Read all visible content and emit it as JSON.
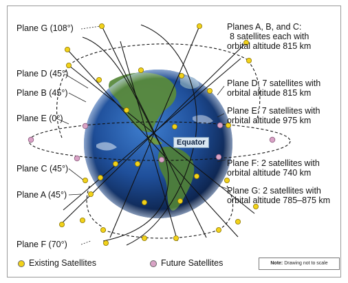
{
  "labels": {
    "plane_g": "Plane G (108°)",
    "plane_d": "Plane D (45°)",
    "plane_b": "Plane B (45°)",
    "plane_e": "Plane E (0°)",
    "plane_c": "Plane C (45°)",
    "plane_a": "Plane A (45°)",
    "plane_f": "Plane F (70°)"
  },
  "descriptions": {
    "abc_1": "Planes A, B, and C:",
    "abc_2": "8 satellites each with",
    "abc_3": "orbital altitude 815 km",
    "d_1": "Plane D: 7 satellites with",
    "d_2": "orbital altitude 815 km",
    "e_1": "Plane E: 7 satellites with",
    "e_2": "orbital altitude 975 km",
    "f_1": "Plane F: 2 satellites with",
    "f_2": "orbital altitude 740 km",
    "g_1": "Plane G: 2 satellites with",
    "g_2": "orbital altitude 785–875 km"
  },
  "equator_label": "Equator",
  "legend": {
    "existing": "Existing Satellites",
    "future": "Future Satellites",
    "note_bold": "Note:",
    "note_text": "Drawing not to scale"
  },
  "colors": {
    "existing_satellite": "#f2d21a",
    "future_satellite": "#d9a3c6",
    "ocean": "#1f4f9a",
    "land": "#4f7f3a"
  }
}
